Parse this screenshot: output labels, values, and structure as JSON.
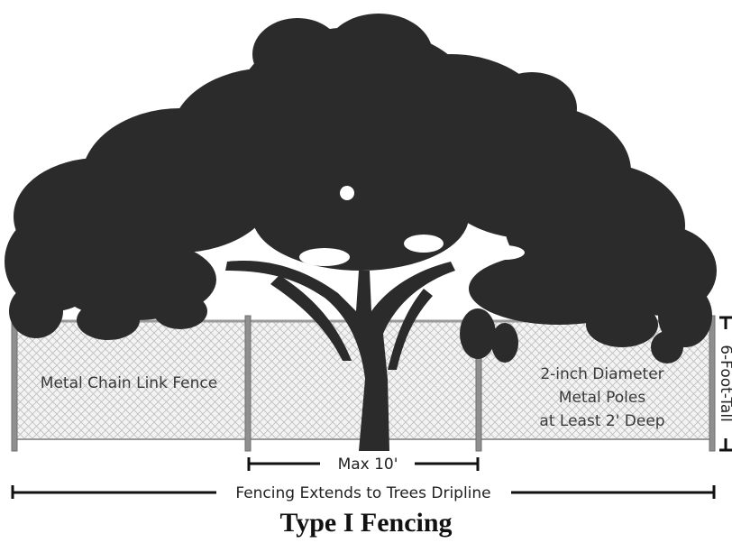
{
  "labels": {
    "fence_type": "Metal Chain Link Fence",
    "poles_line1": "2-inch Diameter",
    "poles_line2": "Metal Poles",
    "poles_line3": "at Least 2' Deep",
    "max_spacing": "Max 10'",
    "extent": "Fencing Extends to Trees Dripline",
    "height": "6-Foot-Tall"
  },
  "caption": "Type I Fencing",
  "colors": {
    "tree": "#2b2b2b",
    "fence_mesh": "#b9b9b9",
    "fence_fill": "#f2f2f2",
    "pole": "#8c8c8c",
    "dimension": "#111111"
  }
}
